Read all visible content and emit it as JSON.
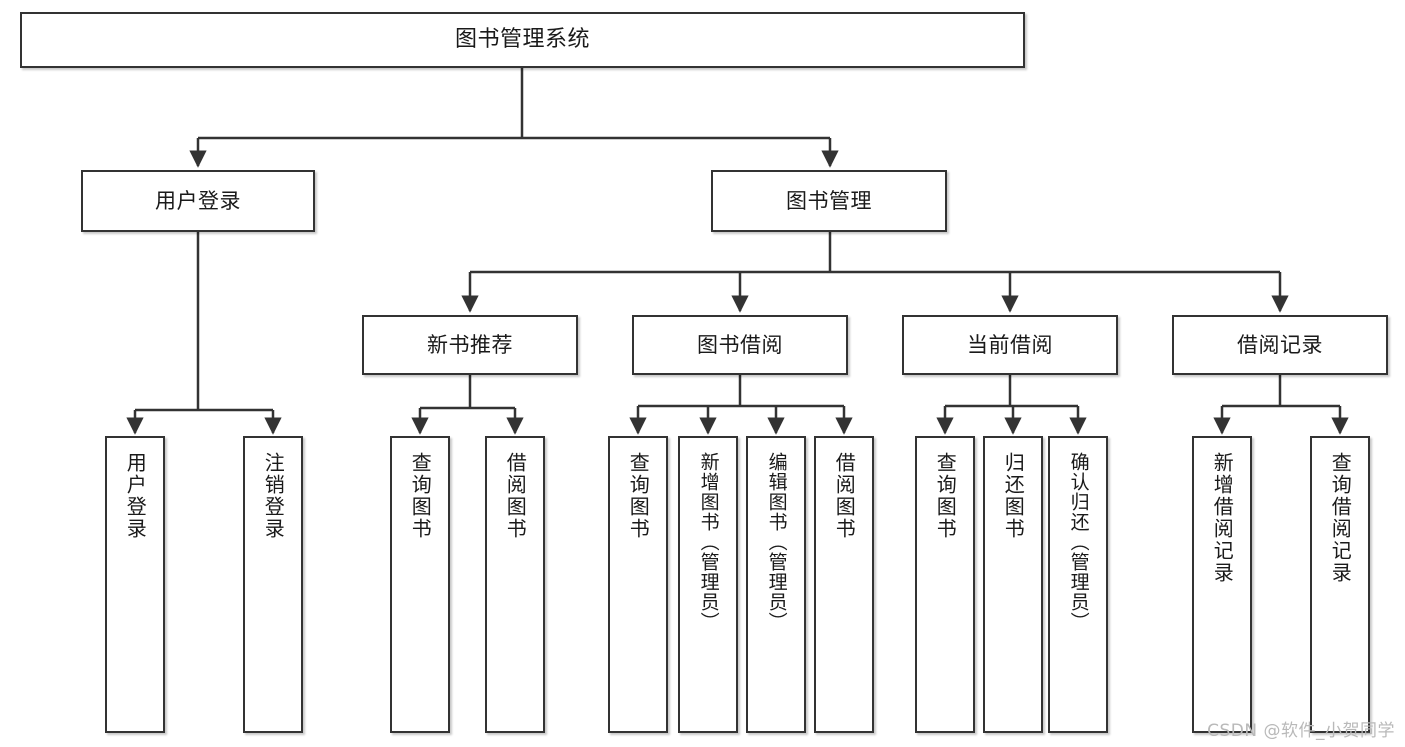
{
  "diagram": {
    "title": "图书管理系统",
    "type": "tree-hierarchy",
    "watermark": "CSDN @软件_小贺同学",
    "colors": {
      "box_border": "#333333",
      "box_fill": "#ffffff",
      "edge": "#333333",
      "text": "#1a1a1a",
      "watermark": "#b9b9b9"
    }
  },
  "nodes": {
    "root": {
      "label": "图书管理系统"
    },
    "level2": [
      {
        "label": "用户登录"
      },
      {
        "label": "图书管理"
      }
    ],
    "level3": [
      {
        "label": "新书推荐"
      },
      {
        "label": "图书借阅"
      },
      {
        "label": "当前借阅"
      },
      {
        "label": "借阅记录"
      }
    ],
    "leaves": {
      "user_login": [
        {
          "label": "用户登录"
        },
        {
          "label": "注销登录"
        }
      ],
      "new_book": [
        {
          "label": "查询图书"
        },
        {
          "label": "借阅图书"
        }
      ],
      "book_borrow": [
        {
          "label": "查询图书"
        },
        {
          "label": "新增图书（管理员）"
        },
        {
          "label": "编辑图书（管理员）"
        },
        {
          "label": "借阅图书"
        }
      ],
      "current_borrow": [
        {
          "label": "查询图书"
        },
        {
          "label": "归还图书"
        },
        {
          "label": "确认归还（管理员）"
        }
      ],
      "borrow_record": [
        {
          "label": "新增借阅记录"
        },
        {
          "label": "查询借阅记录"
        }
      ]
    }
  }
}
